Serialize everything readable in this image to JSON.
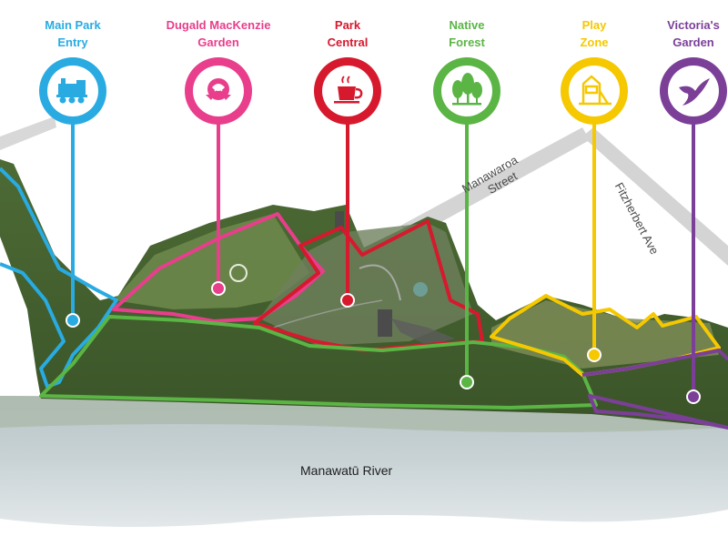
{
  "legend": [
    {
      "id": "main-park-entry",
      "line1": "Main Park",
      "line2": "Entry",
      "color": "#29ABE2",
      "icon": "train-icon"
    },
    {
      "id": "dugald-mackenzie-garden",
      "line1": "Dugald MacKenzie",
      "line2": "Garden",
      "color": "#E83E8C",
      "icon": "rose-icon"
    },
    {
      "id": "park-central",
      "line1": "Park",
      "line2": "Central",
      "color": "#D7192E",
      "icon": "coffee-cup-icon"
    },
    {
      "id": "native-forest",
      "line1": "Native",
      "line2": "Forest",
      "color": "#5BB545",
      "icon": "trees-icon"
    },
    {
      "id": "play-zone",
      "line1": "Play",
      "line2": "Zone",
      "color": "#F5C800",
      "icon": "playground-slide-icon"
    },
    {
      "id": "victorias-garden",
      "line1": "Victoria's",
      "line2": "Garden",
      "color": "#7B3F98",
      "icon": "bird-icon"
    }
  ],
  "streets": {
    "manawaroa_line1": "Manawaroa",
    "manawaroa_line2": "Street",
    "fitzherbert": "Fitzherbert Ave"
  },
  "river": "Manawatū River"
}
